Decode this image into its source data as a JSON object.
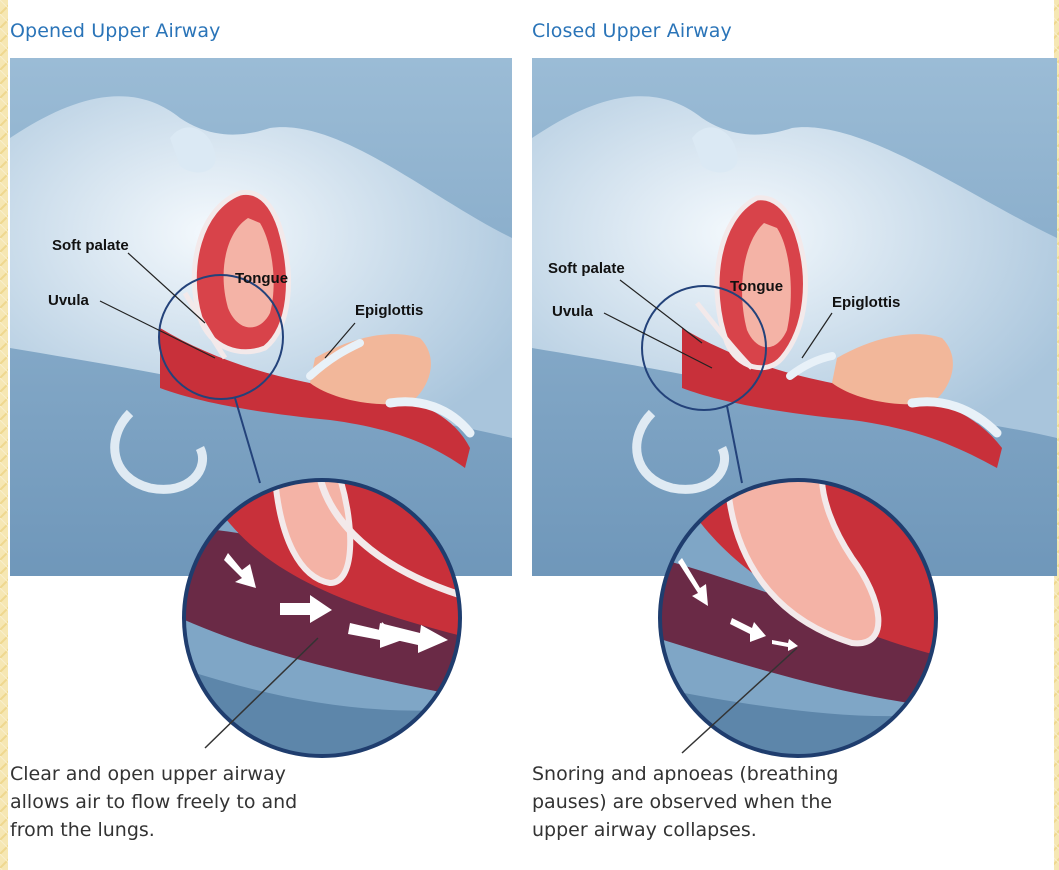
{
  "colors": {
    "background_gold": "#f6e7b3",
    "title_blue": "#2a74b8",
    "panel_blue": "#7fa6c6",
    "tissue_red": "#c8303a",
    "tissue_pink": "#f4b3a6",
    "skin_white": "#e6f0f8"
  },
  "panels": [
    {
      "title": "Opened Upper Airway",
      "labels": {
        "soft_palate": "Soft palate",
        "uvula": "Uvula",
        "tongue": "Tongue",
        "epiglottis": "Epiglottis"
      },
      "caption": "Clear and open upper airway\nallows air to flow freely to and\nfrom the lungs.",
      "airway_state": "open"
    },
    {
      "title": "Closed Upper Airway",
      "labels": {
        "soft_palate": "Soft palate",
        "uvula": "Uvula",
        "tongue": "Tongue",
        "epiglottis": "Epiglottis"
      },
      "caption": "Snoring and apnoeas (breathing\npauses) are observed when the\nupper airway collapses.",
      "airway_state": "collapsed"
    }
  ]
}
